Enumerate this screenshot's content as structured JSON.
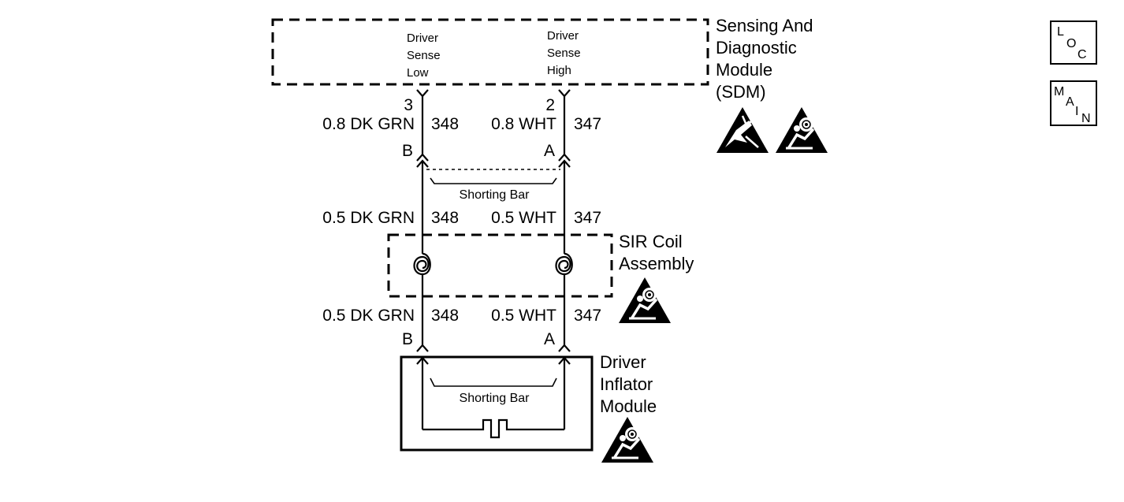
{
  "sdm": {
    "name_lines": [
      "Sensing And",
      "Diagnostic",
      "Module",
      "(SDM)"
    ],
    "pin_low_lines": [
      "Driver",
      "Sense",
      "Low"
    ],
    "pin_high_lines": [
      "Driver",
      "Sense",
      "High"
    ]
  },
  "sdm_wires": {
    "left": {
      "pin": "3",
      "color": "0.8 DK GRN",
      "circuit": "348",
      "terminal": "B"
    },
    "right": {
      "pin": "2",
      "color": "0.8 WHT",
      "circuit": "347",
      "terminal": "A"
    }
  },
  "shorting_bar_label": "Shorting Bar",
  "mid_wires": {
    "left": {
      "color": "0.5 DK GRN",
      "circuit": "348"
    },
    "right": {
      "color": "0.5 WHT",
      "circuit": "347"
    }
  },
  "coil": {
    "name_lines": [
      "SIR Coil",
      "Assembly"
    ]
  },
  "lower_wires": {
    "left": {
      "color": "0.5 DK GRN",
      "circuit": "348",
      "terminal": "B"
    },
    "right": {
      "color": "0.5 WHT",
      "circuit": "347",
      "terminal": "A"
    }
  },
  "inflator": {
    "name_lines": [
      "Driver",
      "Inflator",
      "Module"
    ],
    "shorting_bar_label": "Shorting Bar"
  },
  "nav": {
    "loc": [
      "L",
      "O",
      "C"
    ],
    "main": [
      "M",
      "A",
      "I",
      "N"
    ]
  },
  "icons": {
    "esd": "esd-warning-icon",
    "airbag": "airbag-warning-icon"
  }
}
